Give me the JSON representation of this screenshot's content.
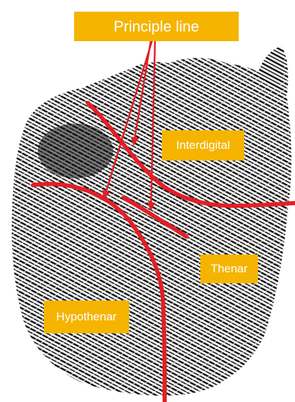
{
  "labels": {
    "principle": "Principle line",
    "interdigital": "Interdigital",
    "thenar": "Thenar",
    "hypothenar": "Hypothenar"
  },
  "colors": {
    "label_bg": "#f5b400",
    "label_text": "#ffffff",
    "principle_lines": "#e41e26",
    "arrows": "#e41e26",
    "print_ink": "#111111"
  },
  "regions": [
    "Interdigital",
    "Thenar",
    "Hypothenar"
  ]
}
